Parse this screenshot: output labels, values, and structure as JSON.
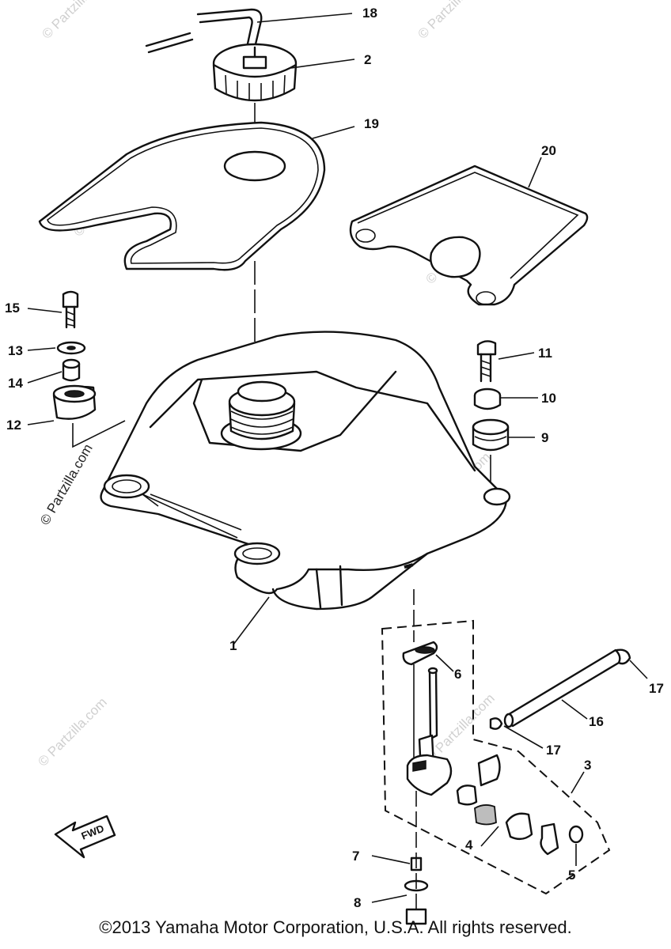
{
  "copyright": "©2013 Yamaha Motor Corporation, U.S.A. All rights reserved.",
  "watermark": "© Partzilla.com",
  "fwd_label": "FWD",
  "callouts": [
    {
      "id": "18",
      "name": "fuel-tank-breather-hose"
    },
    {
      "id": "2",
      "name": "fuel-tank-cap"
    },
    {
      "id": "19",
      "name": "tank-cover-gasket"
    },
    {
      "id": "20",
      "name": "tank-side-plate"
    },
    {
      "id": "15",
      "name": "bolt-left"
    },
    {
      "id": "13",
      "name": "washer-left"
    },
    {
      "id": "14",
      "name": "collar-left"
    },
    {
      "id": "12",
      "name": "damper-left"
    },
    {
      "id": "11",
      "name": "bolt-right"
    },
    {
      "id": "10",
      "name": "collar-right"
    },
    {
      "id": "9",
      "name": "damper-right"
    },
    {
      "id": "1",
      "name": "fuel-tank"
    },
    {
      "id": "6",
      "name": "fuel-cock-gasket"
    },
    {
      "id": "17",
      "name": "hose-clip"
    },
    {
      "id": "16",
      "name": "fuel-pipe"
    },
    {
      "id": "3",
      "name": "fuel-cock-assembly"
    },
    {
      "id": "4",
      "name": "o-ring"
    },
    {
      "id": "5",
      "name": "screw"
    },
    {
      "id": "7",
      "name": "washer-bottom"
    },
    {
      "id": "8",
      "name": "screw-bottom"
    }
  ]
}
